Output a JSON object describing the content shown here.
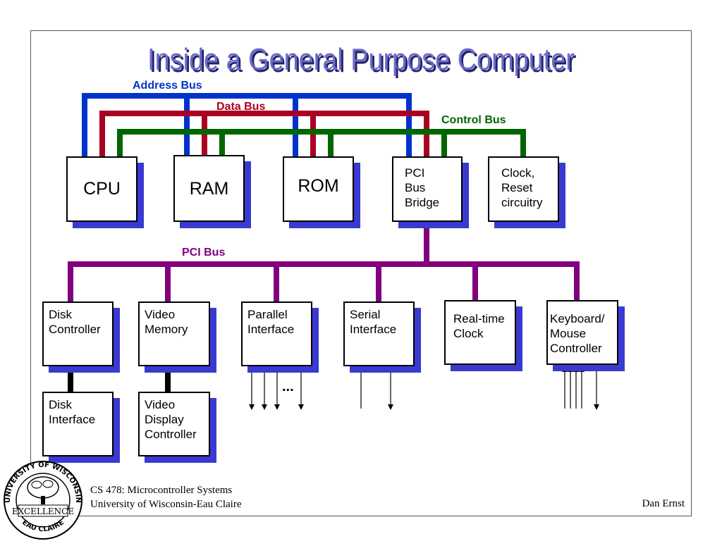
{
  "title": "Inside a General Purpose Computer",
  "buses": {
    "address": "Address Bus",
    "data": "Data Bus",
    "control": "Control Bus",
    "pci": "PCI Bus"
  },
  "top_boxes": {
    "cpu": "CPU",
    "ram": "RAM",
    "rom": "ROM",
    "pci_bridge": "PCI\nBus\nBridge",
    "clock": "Clock,\nReset\ncircuitry"
  },
  "pci_devices": {
    "disk_controller": "Disk\nController",
    "video_memory": "Video\nMemory",
    "parallel": "Parallel\nInterface",
    "serial": "Serial\nInterface",
    "rtc": "Real-time\nClock",
    "kbd": "Keyboard/\nMouse\nController"
  },
  "secondary": {
    "disk_interface": "Disk\nInterface",
    "video_display": "Video\nDisplay\nController"
  },
  "ellipsis": "...",
  "footer": {
    "course": "CS 478: Microcontroller Systems",
    "university": "University of Wisconsin-Eau Claire",
    "author": "Dan Ernst"
  },
  "seal": {
    "top_text": "UNIVERSITY OF WISCONSIN",
    "middle_text": "EXCELLENCE",
    "bottom_text": "EAU CLAIRE"
  },
  "colors": {
    "address_bus": "#0033cc",
    "data_bus": "#aa0022",
    "control_bus": "#006600",
    "pci_bus": "#800080",
    "box_shadow": "#3a3ad0",
    "title": "#6a6ac9"
  }
}
